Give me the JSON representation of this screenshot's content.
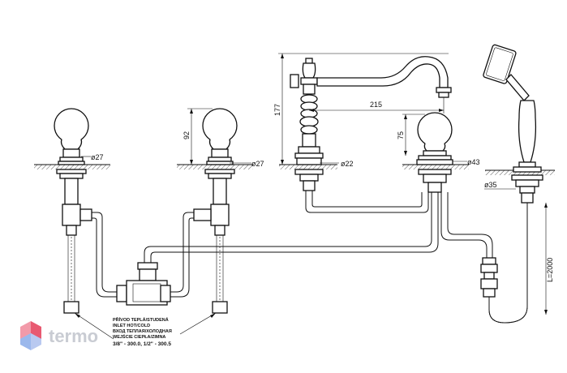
{
  "dimensions": {
    "valve_left_diameter": "ø27",
    "valve_mid_diameter": "ø27",
    "valve_mid_height": "92",
    "spout_height": "177",
    "spout_reach": "215",
    "spout_base_diameter": "ø22",
    "diverter_height": "75",
    "diverter_diameter": "ø43",
    "shower_base_diameter": "ø35",
    "hose_length": "L=2000"
  },
  "inlet_note": {
    "line1": "PŘÍVOD TEPLÁ/STUDENÁ",
    "line2": "INLET HOT/COLD",
    "line3": "ВХОД ТЕПЛАЯ/ХОЛОДНАЯ",
    "line4": "WEJŚCIE CIEPŁA/ZIMNA",
    "line5": "3/8\" - 300.0, 1/2\" - 300.5"
  },
  "logo": {
    "text": "termo",
    "colors": [
      "#e85a71",
      "#7fa7e6",
      "#b9c9f0"
    ]
  }
}
